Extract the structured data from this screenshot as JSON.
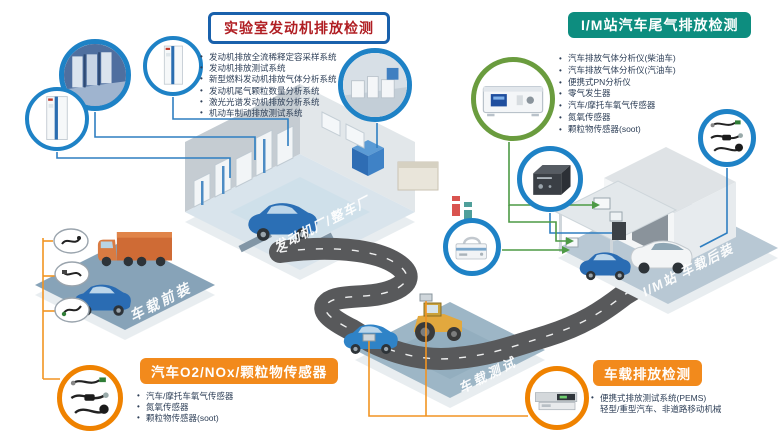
{
  "boxes": {
    "lab": {
      "title": "实验室发动机排放检测",
      "items": [
        "发动机排放全流稀释定容采样系统",
        "发动机排放测试系统",
        "新型燃料发动机排放气体分析系统",
        "发动机尾气颗粒数量分析系统",
        "激光光谱发动机排放分析系统",
        "机动车制动排放测试系统"
      ]
    },
    "im": {
      "title": "I/M站汽车尾气排放检测",
      "items": [
        "汽车排放气体分析仪(柴油车)",
        "汽车排放气体分析仪(汽油车)",
        "便携式PN分析仪",
        "零气发生器",
        "汽车/摩托车氧气传感器",
        "氮氧传感器",
        "颗粒物传感器(soot)"
      ]
    },
    "sensors": {
      "title": "汽车O2/NOx/颗粒物传感器",
      "items": [
        "汽车/摩托车氧气传感器",
        "氮氧传感器",
        "颗粒物传感器(soot)"
      ]
    },
    "pems": {
      "title": "车载排放检测",
      "items": [
        "便携式排放测试系统(PEMS)",
        "轻型/重型汽车、非道路移动机械"
      ]
    }
  },
  "scene_labels": {
    "factory": "发动机厂/整车厂",
    "front_install": "车载前装",
    "im_station": "I/M站 车载后装",
    "onroad_test": "车载测试"
  },
  "icons": {
    "c1": "engine-test-cell",
    "c2": "analyzer-cabinet",
    "c3": "analyzer-cabinet",
    "c4": "cvs-sampling-lab",
    "c5": "benchtop-gas-analyzer",
    "c6": "soot-sensor-box",
    "c7": "portable-pn-analyzer",
    "c8": "sensor-cables",
    "c9": "sensor-cables",
    "c10": "pems-device"
  },
  "colors": {
    "teal": "#0d8d7f",
    "blue_border": "#1961ac",
    "red_text": "#b01e23",
    "orange": "#f28a1c",
    "orange_ring": "#ef8200",
    "blue_ring": "#1e82c6",
    "green_ring": "#6a9c3e",
    "line_green": "#4d9a45",
    "line_blue": "#2f7fc1",
    "line_orange": "#f29422",
    "navy_text": "#2f4058",
    "road": "#58595b"
  }
}
